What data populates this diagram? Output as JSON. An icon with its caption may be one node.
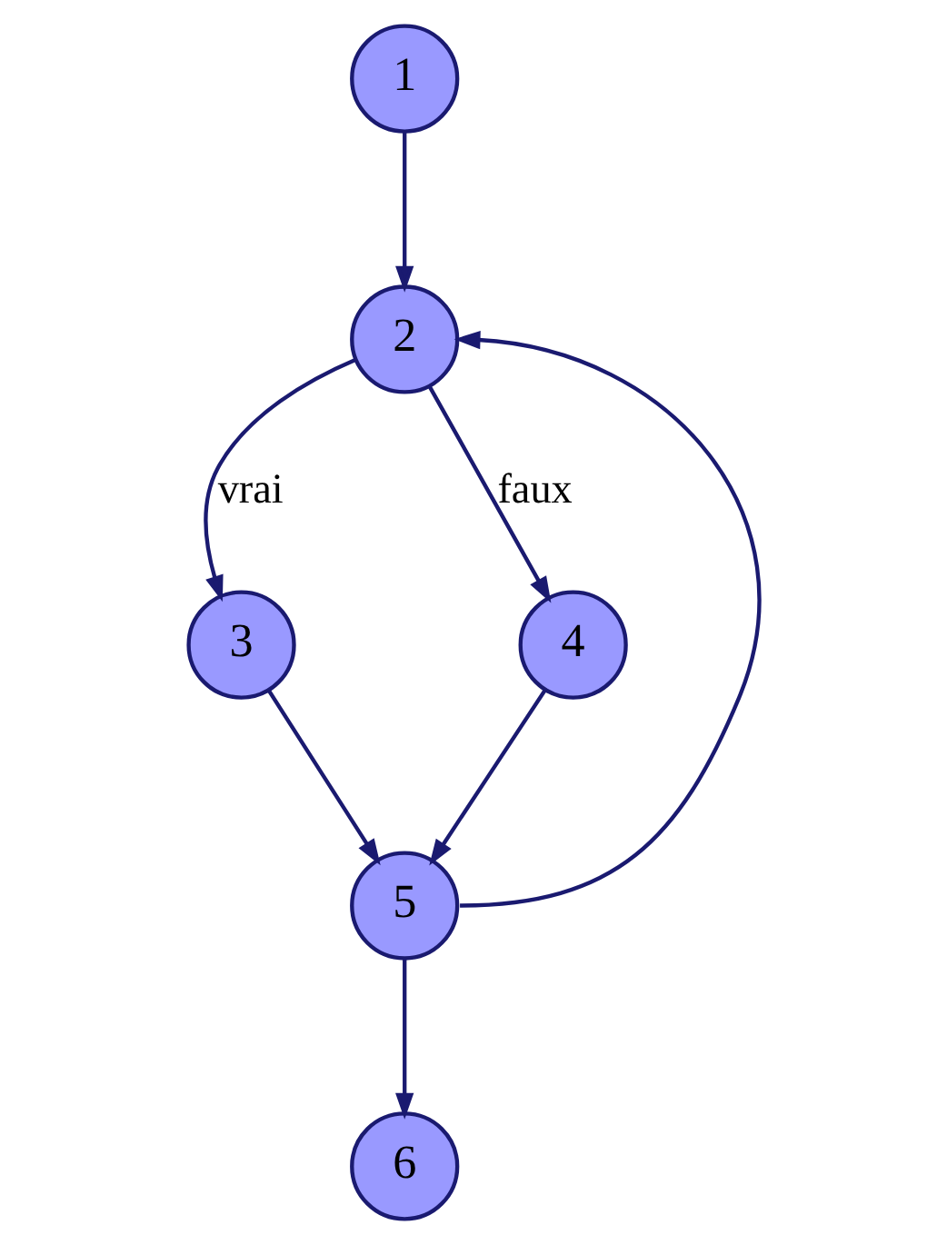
{
  "diagram": {
    "nodes": [
      {
        "text": [
          "1"
        ]
      },
      {
        "text": [
          "2"
        ]
      },
      {
        "text": [
          "3"
        ]
      },
      {
        "text": [
          "4"
        ]
      },
      {
        "text": [
          "5"
        ]
      },
      {
        "text": [
          "6"
        ]
      }
    ],
    "edges": [
      {
        "from": 0,
        "to": 1,
        "arrow": "to"
      },
      {
        "from": 1,
        "to": 2,
        "arrow": "to",
        "label": "vrai"
      },
      {
        "from": 1,
        "to": 3,
        "arrow": "to",
        "label": "faux"
      },
      {
        "from": 2,
        "to": 4,
        "arrow": "to"
      },
      {
        "from": 3,
        "to": 4,
        "arrow": "to"
      },
      {
        "from": 4,
        "to": 1,
        "arrow": "to"
      },
      {
        "from": 4,
        "to": 5,
        "arrow": "to"
      }
    ]
  }
}
